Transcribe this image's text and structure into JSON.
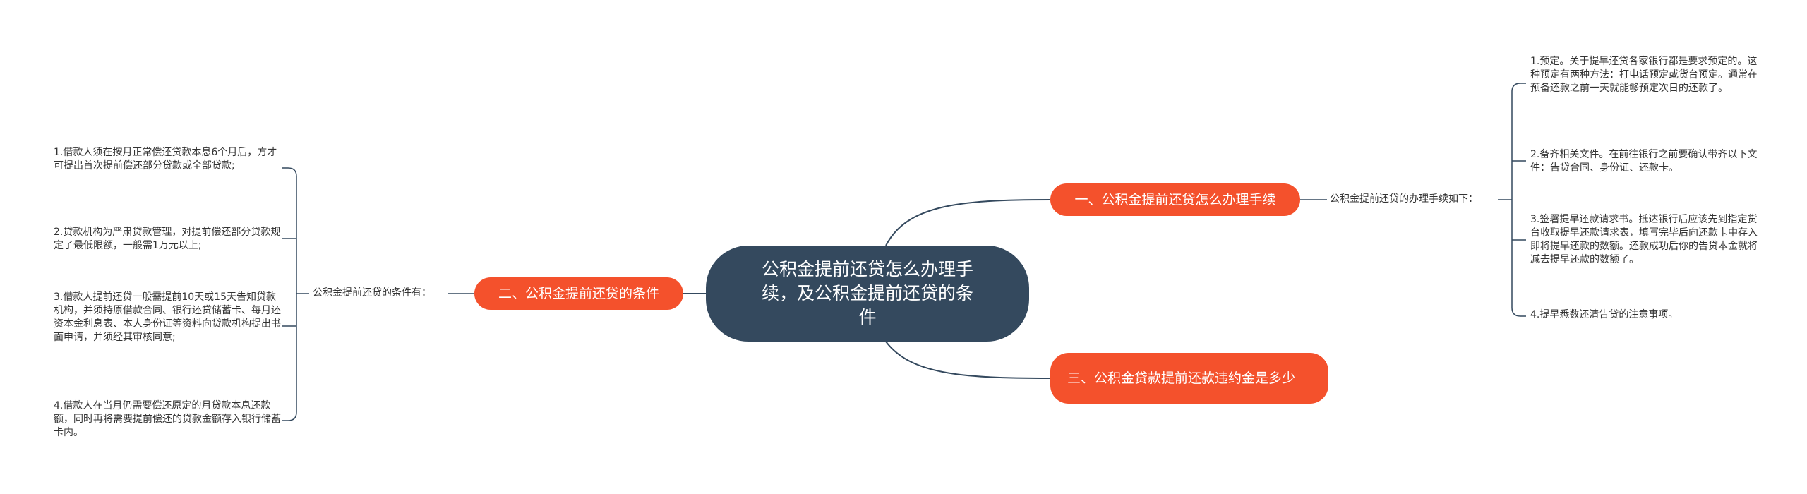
{
  "center": {
    "text": "公积金提前还贷怎么办理手续，及公积金提前还贷的条件"
  },
  "branches": [
    {
      "text": "一、公积金提前还贷怎么办理手续"
    },
    {
      "text": "二、公积金提前还贷的条件"
    },
    {
      "text": "三、公积金贷款提前还款违约金是多少"
    }
  ],
  "labels": {
    "right": "公积金提前还贷的办理手续如下：",
    "left": "公积金提前还贷的条件有："
  },
  "right_leaves": [
    {
      "text": "1.预定。关于提早还贷各家银行都是要求预定的。这种预定有两种方法：打电话预定或货台预定。通常在预备还款之前一天就能够预定次日的还款了。"
    },
    {
      "text": "2.备齐相关文件。在前往银行之前要确认带齐以下文件：告贷合同、身份证、还款卡。"
    },
    {
      "text": "3.签署提早还款请求书。抵达银行后应该先到指定货台收取提早还款请求表，填写完毕后向还款卡中存入即将提早还款的数额。还款成功后你的告贷本金就将减去提早还款的数额了。"
    },
    {
      "text": "4.提早悉数还清告贷的注意事项。"
    }
  ],
  "left_leaves": [
    {
      "text": "1.借款人须在按月正常偿还贷款本息6个月后，方才可提出首次提前偿还部分贷款或全部贷款;"
    },
    {
      "text": "2.贷款机构为严肃贷款管理，对提前偿还部分贷款规定了最低限额，一般需1万元以上;"
    },
    {
      "text": "3.借款人提前还贷一般需提前10天或15天告知贷款机构，并须持原借款合同、银行还贷储蓄卡、每月还资本金利息表、本人身份证等资料向贷款机构提出书面申请，并须经其审核同意;"
    },
    {
      "text": "4.借款人在当月仍需要偿还原定的月贷款本息还款额，同时再将需要提前偿还的贷款金额存入银行储蓄卡内。"
    }
  ],
  "colors": {
    "center_fill": "#34495e",
    "branch_fill": "#f4512c",
    "line": "#34495e"
  }
}
